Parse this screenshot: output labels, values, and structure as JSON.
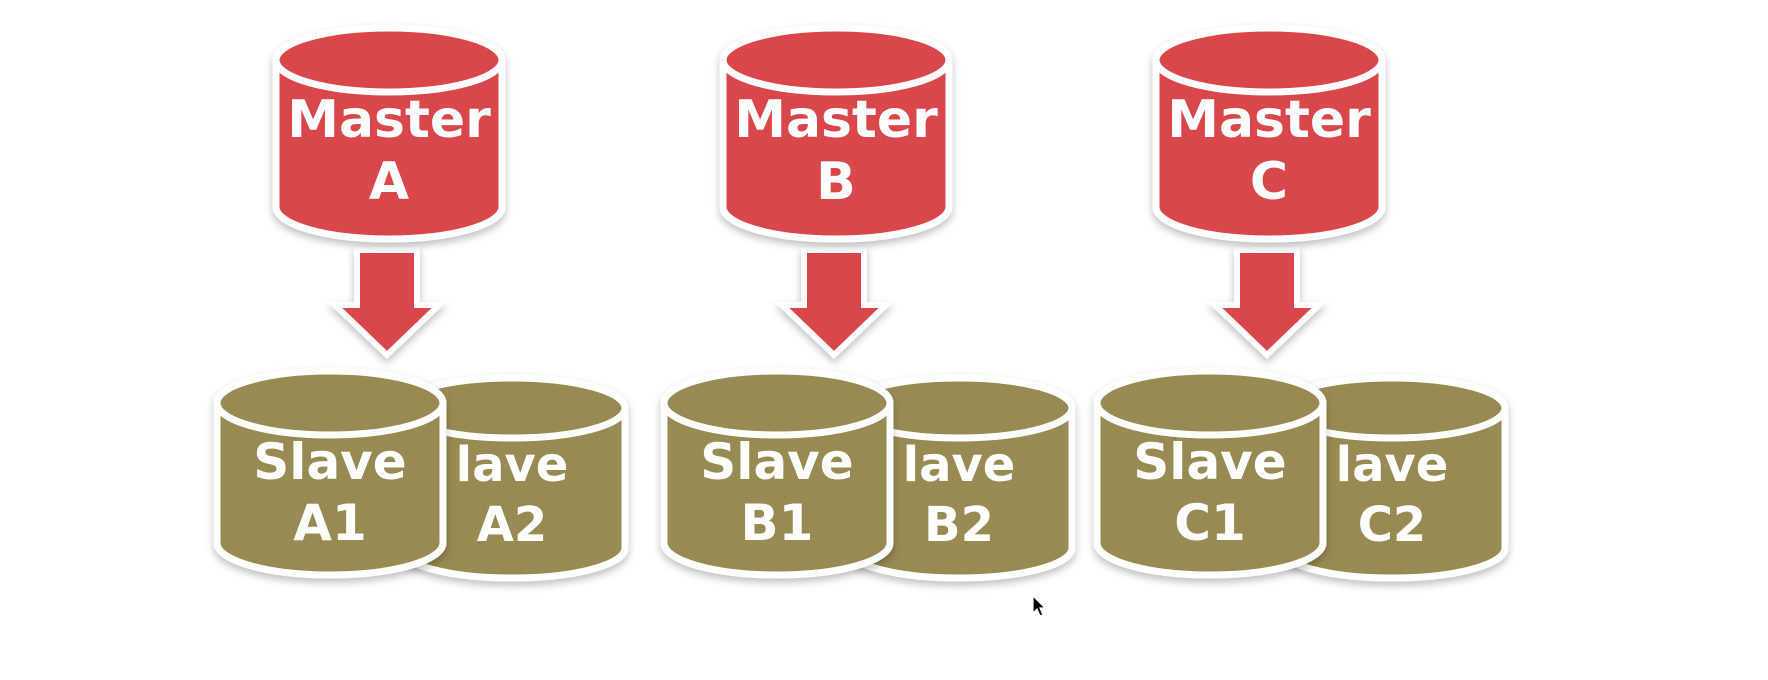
{
  "colors": {
    "master": "#d9474b",
    "slave": "#988a52",
    "outline": "#ffffff",
    "text": "#ffffff"
  },
  "groups": [
    {
      "master": {
        "line1": "Master",
        "line2": "A"
      },
      "slave_front": {
        "line1": "Slave",
        "line2": "A1"
      },
      "slave_back": {
        "line1": "lave",
        "line2": "A2"
      }
    },
    {
      "master": {
        "line1": "Master",
        "line2": "B"
      },
      "slave_front": {
        "line1": "Slave",
        "line2": "B1"
      },
      "slave_back": {
        "line1": "lave",
        "line2": "B2"
      }
    },
    {
      "master": {
        "line1": "Master",
        "line2": "C"
      },
      "slave_front": {
        "line1": "Slave",
        "line2": "C1"
      },
      "slave_back": {
        "line1": "lave",
        "line2": "C2"
      }
    }
  ]
}
